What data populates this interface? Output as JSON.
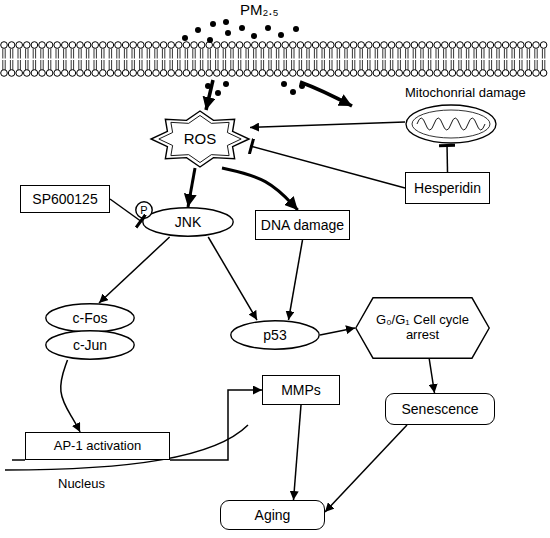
{
  "diagram": {
    "nodes": [
      {
        "text": [
          "Mitochonrial damage"
        ]
      },
      {
        "text": [
          "ROS"
        ]
      },
      {
        "text": [
          "Hesperidin"
        ]
      },
      {
        "text": [
          "SP600125"
        ]
      },
      {
        "text": [
          "JNK"
        ]
      },
      {
        "text": [
          "P"
        ],
        "in": 4
      },
      {
        "text": [
          "DNA damage"
        ]
      },
      {
        "text": [
          "c-Fos"
        ]
      },
      {
        "text": [
          "c-Jun"
        ]
      },
      {
        "text": [
          "p53"
        ]
      },
      {
        "text": [
          "G₀/G₁ Cell cycle arrest"
        ]
      },
      {
        "text": [
          "MMPs"
        ]
      },
      {
        "text": [
          "Senescence"
        ]
      },
      {
        "text": [
          "AP-1 activation"
        ]
      },
      {
        "text": [
          "Aging"
        ]
      }
    ],
    "edges": [
      {
        "from": 0,
        "to": 1,
        "arrow": "to"
      },
      {
        "from": 2,
        "to": 1,
        "arrow": "to"
      },
      {
        "from": 2,
        "to": 0,
        "arrow": "to"
      },
      {
        "from": 1,
        "to": 4,
        "arrow": "to"
      },
      {
        "from": 1,
        "to": 6,
        "arrow": "to"
      },
      {
        "from": 3,
        "to": 4,
        "arrow": "to"
      },
      {
        "from": 4,
        "to": 7,
        "arrow": "to"
      },
      {
        "from": 4,
        "to": 9,
        "arrow": "to"
      },
      {
        "from": 6,
        "to": 9,
        "arrow": "to"
      },
      {
        "from": 8,
        "to": 13,
        "arrow": "to"
      },
      {
        "from": 13,
        "to": 11,
        "arrow": "to"
      },
      {
        "from": 9,
        "to": 10,
        "arrow": "to"
      },
      {
        "from": 10,
        "to": 12,
        "arrow": "to"
      },
      {
        "from": 11,
        "to": 14,
        "arrow": "to"
      },
      {
        "from": 12,
        "to": 14,
        "arrow": "to"
      }
    ],
    "labels": [
      "PM₂.₅",
      "Nucleus"
    ]
  }
}
